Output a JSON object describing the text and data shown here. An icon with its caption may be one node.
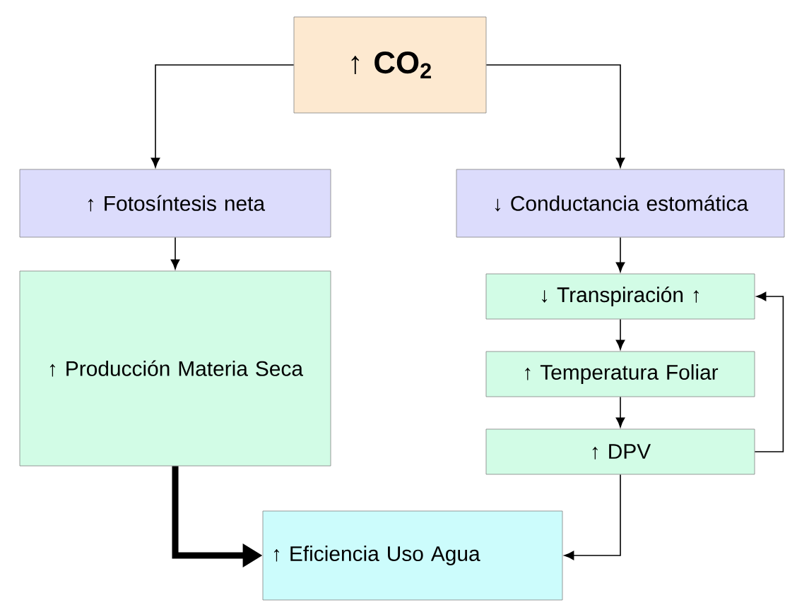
{
  "diagram": {
    "nodes": [
      {
        "text": [
          "↑ CO$_{2}$"
        ]
      },
      {
        "text": [
          "↑ Fotosíntesis neta"
        ]
      },
      {
        "text": [
          "↓ Conductancia estomática"
        ]
      },
      {
        "text": [
          "↑ Producción Materia Seca"
        ]
      },
      {
        "text": [
          "↓ Transpiración ↑"
        ]
      },
      {
        "text": [
          "↑ Temperatura Foliar"
        ]
      },
      {
        "text": [
          "↑ DPV"
        ]
      },
      {
        "text": [
          "↑ Eficiencia Uso Agua"
        ]
      }
    ],
    "edges": [
      {
        "from": 0,
        "to": 1,
        "arrow": "to"
      },
      {
        "from": 0,
        "to": 2,
        "arrow": "to"
      },
      {
        "from": 1,
        "to": 3,
        "arrow": "to"
      },
      {
        "from": 2,
        "to": 4,
        "arrow": "to"
      },
      {
        "from": 4,
        "to": 5,
        "arrow": "to"
      },
      {
        "from": 5,
        "to": 6,
        "arrow": "to"
      },
      {
        "from": 6,
        "to": 4,
        "arrow": "to"
      },
      {
        "from": 3,
        "to": 7,
        "arrow": "to",
        "style": "thick"
      },
      {
        "from": 6,
        "to": 7,
        "arrow": "to"
      }
    ]
  }
}
